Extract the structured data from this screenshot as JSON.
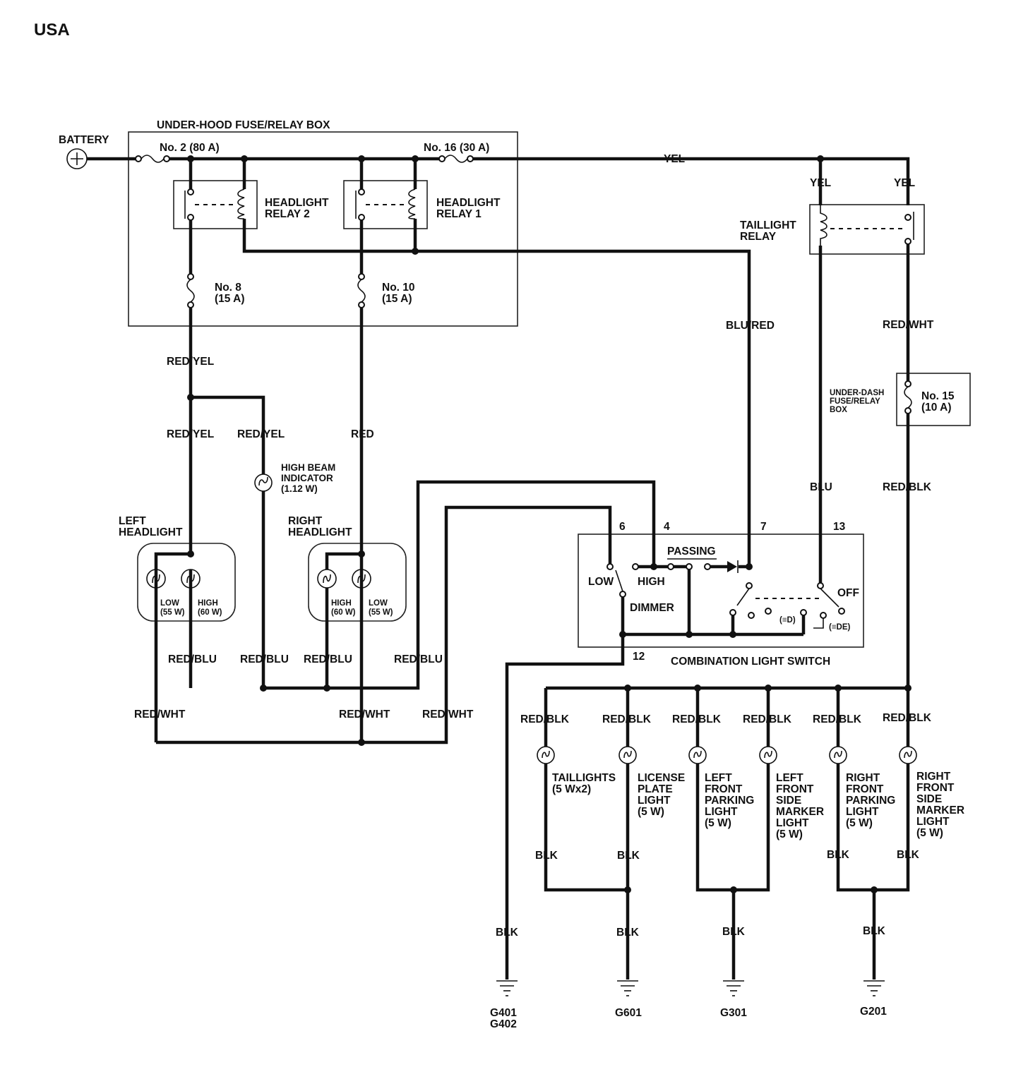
{
  "title": "USA",
  "battery": {
    "label": "BATTERY",
    "symbol": "+"
  },
  "fuse_box_under_hood": {
    "label": "UNDER-HOOD FUSE/RELAY BOX",
    "fuse_2": "No. 2 (80 A)",
    "fuse_16": "No. 16 (30 A)",
    "fuse_8": [
      "No. 8",
      "(15 A)"
    ],
    "fuse_10": [
      "No. 10",
      "(15 A)"
    ],
    "relay_2": [
      "HEADLIGHT",
      "RELAY 2"
    ],
    "relay_1": [
      "HEADLIGHT",
      "RELAY 1"
    ]
  },
  "taillight_relay": [
    "TAILLIGHT",
    "RELAY"
  ],
  "under_dash_box": {
    "label": [
      "UNDER-DASH",
      "FUSE/RELAY",
      "BOX"
    ],
    "fuse_15": [
      "No. 15",
      "(10 A)"
    ]
  },
  "high_beam_indicator": [
    "HIGH BEAM",
    "INDICATOR",
    "(1.12 W)"
  ],
  "left_headlight": {
    "label": [
      "LEFT",
      "HEADLIGHT"
    ],
    "low": [
      "LOW",
      "(55 W)"
    ],
    "high": [
      "HIGH",
      "(60 W)"
    ]
  },
  "right_headlight": {
    "label": [
      "RIGHT",
      "HEADLIGHT"
    ],
    "high": [
      "HIGH",
      "(60 W)"
    ],
    "low": [
      "LOW",
      "(55 W)"
    ]
  },
  "combination_switch": {
    "label": "COMBINATION LIGHT SWITCH",
    "passing": "PASSING",
    "low": "LOW",
    "high": "HIGH",
    "dimmer": "DIMMER",
    "off": "OFF",
    "park_symbol": "(≡D)",
    "head_symbol": "(≡DE)",
    "pins": {
      "p6": "6",
      "p4": "4",
      "p7": "7",
      "p13": "13",
      "p12": "12"
    }
  },
  "wires": {
    "yel": "YEL",
    "blu_red": "BLU/RED",
    "red_wht": "RED/WHT",
    "red_yel": "RED/YEL",
    "red": "RED",
    "blu": "BLU",
    "red_blk": "RED/BLK",
    "red_blu": "RED/BLU",
    "blk": "BLK"
  },
  "lamps": {
    "taillights": [
      "TAILLIGHTS",
      "(5 Wx2)"
    ],
    "license": [
      "LICENSE",
      "PLATE",
      "LIGHT",
      "(5 W)"
    ],
    "lf_parking": [
      "LEFT",
      "FRONT",
      "PARKING",
      "LIGHT",
      "(5 W)"
    ],
    "lf_side": [
      "LEFT",
      "FRONT",
      "SIDE",
      "MARKER",
      "LIGHT",
      "(5 W)"
    ],
    "rf_parking": [
      "RIGHT",
      "FRONT",
      "PARKING",
      "LIGHT",
      "(5 W)"
    ],
    "rf_side": [
      "RIGHT",
      "FRONT",
      "SIDE",
      "MARKER",
      "LIGHT",
      "(5 W)"
    ]
  },
  "grounds": {
    "g401": "G401",
    "g402": "G402",
    "g601": "G601",
    "g301": "G301",
    "g201": "G201"
  }
}
